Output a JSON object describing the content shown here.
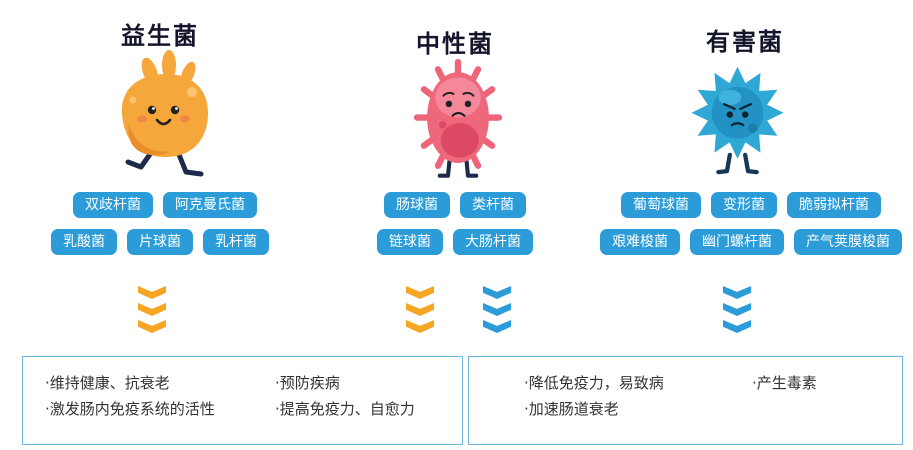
{
  "sections": [
    {
      "title": "益生菌",
      "row1": [
        "双歧杆菌",
        "阿克曼氏菌"
      ],
      "row2": [
        "乳酸菌",
        "片球菌",
        "乳杆菌"
      ]
    },
    {
      "title": "中性菌",
      "row1": [
        "肠球菌",
        "类杆菌"
      ],
      "row2": [
        "链球菌",
        "大肠杆菌"
      ]
    },
    {
      "title": "有害菌",
      "row1": [
        "葡萄球菌",
        "变形菌",
        "脆弱拟杆菌"
      ],
      "row2": [
        "艰难梭菌",
        "幽门螺杆菌",
        "产气荚膜梭菌"
      ]
    }
  ],
  "benefit_box": {
    "col1": [
      "·维持健康、抗衰老",
      "·激发肠内免疫系统的活性"
    ],
    "col2": [
      "·预防疾病",
      "·提高免疫力、自愈力"
    ]
  },
  "harm_box": {
    "col1": [
      "·降低免疫力，易致病",
      "·加速肠道衰老"
    ],
    "col2": [
      "·产生毒素"
    ]
  },
  "colors": {
    "pill_bg": "#2b9cd8",
    "pill_text": "#ffffff",
    "chevron_orange": "#f6a623",
    "chevron_blue": "#2b9cd8",
    "box_border": "#6fb6de",
    "title_color": "#14142b",
    "text_color": "#333333"
  }
}
